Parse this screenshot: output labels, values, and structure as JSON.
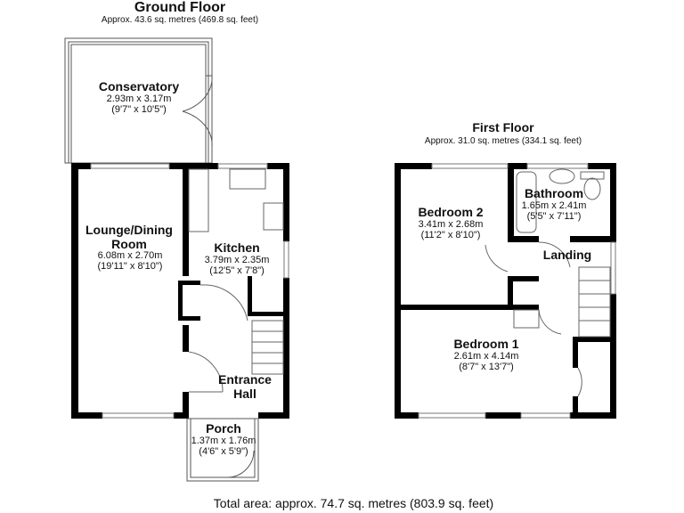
{
  "ground_floor": {
    "title": "Ground Floor",
    "area": "Approx. 43.6 sq. metres (469.8 sq. feet)",
    "rooms": [
      {
        "name": "Conservatory",
        "metric": "2.93m x 3.17m",
        "imperial": "(9'7\" x 10'5\")"
      },
      {
        "name": "Lounge/Dining Room",
        "metric": "6.08m x 2.70m",
        "imperial": "(19'11\" x 8'10\")"
      },
      {
        "name": "Kitchen",
        "metric": "3.79m x 2.35m",
        "imperial": "(12'5\" x 7'8\")"
      },
      {
        "name": "Entrance Hall"
      },
      {
        "name": "Porch",
        "metric": "1.37m x 1.76m",
        "imperial": "(4'6\" x 5'9\")"
      }
    ]
  },
  "first_floor": {
    "title": "First Floor",
    "area": "Approx. 31.0 sq. metres (334.1 sq. feet)",
    "rooms": [
      {
        "name": "Bedroom 2",
        "metric": "3.41m x 2.68m",
        "imperial": "(11'2\" x 8'10\")"
      },
      {
        "name": "Bathroom",
        "metric": "1.65m x 2.41m",
        "imperial": "(5'5\" x 7'11\")"
      },
      {
        "name": "Landing"
      },
      {
        "name": "Bedroom 1",
        "metric": "2.61m x 4.14m",
        "imperial": "(8'7\" x 13'7\")"
      }
    ]
  },
  "total_area": "Total area: approx. 74.7 sq. metres (803.9 sq. feet)"
}
